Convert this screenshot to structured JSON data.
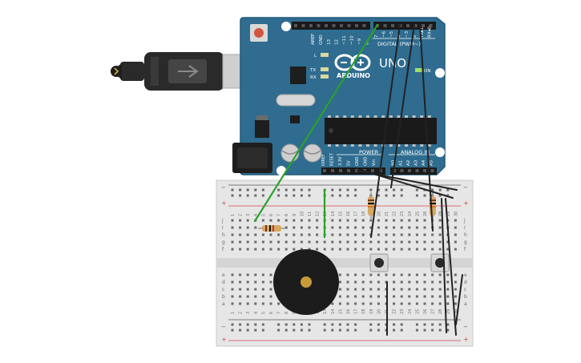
{
  "board": {
    "model": "UNO",
    "brand": "ARDUINO",
    "aref": "AREF",
    "gnd": "GND",
    "pins_high": [
      "13",
      "12",
      "~11",
      "~10",
      "~9",
      "8"
    ],
    "pins_low": [
      "7",
      "~6",
      "~5",
      "4",
      "~3",
      "2",
      "TX▸1",
      "RX◂0"
    ],
    "digital_label": "DIGITAL (PWM~)",
    "led_l": "L",
    "led_tx": "TX",
    "led_rx": "RX",
    "on_label": "ON",
    "power_label": "POWER",
    "analog_label": "ANALOG IN",
    "power_pins": [
      "IOREF",
      "RESET",
      "3.3V",
      "5V",
      "GND",
      "GND",
      "Vin"
    ],
    "analog_pins": [
      "A0",
      "A1",
      "A2",
      "A3",
      "A4",
      "A5"
    ]
  },
  "breadboard": {
    "rows_top": [
      "j",
      "i",
      "h",
      "g",
      "f"
    ],
    "rows_bottom": [
      "e",
      "d",
      "c",
      "b",
      "a"
    ],
    "columns": [
      "1",
      "2",
      "3",
      "4",
      "5",
      "6",
      "7",
      "8",
      "9",
      "10",
      "11",
      "12",
      "13",
      "14",
      "15",
      "16",
      "17",
      "18",
      "19",
      "20",
      "21",
      "22",
      "23",
      "24",
      "25",
      "26",
      "27",
      "28",
      "29",
      "30"
    ],
    "rail_plus": "+",
    "rail_minus": "−"
  },
  "colors": {
    "board": "#2f6c8f",
    "board_edge": "#24597a",
    "header": "#1a1a1a",
    "breadboard": "#e6e6e6",
    "rail_red": "#d64545",
    "rail_dark": "#555555",
    "wire_green": "#2aa12a",
    "wire_black": "#222222",
    "buzzer": "#1c1c1c",
    "buzzer_center": "#c89a3a",
    "usb_body": "#2a2a2a",
    "usb_metal": "#cfcfcf",
    "reset_button": "#d2553f"
  },
  "icons": [
    "usb-cable-icon",
    "arduino-logo-icon",
    "buzzer-icon",
    "pushbutton-icon",
    "resistor-icon"
  ]
}
